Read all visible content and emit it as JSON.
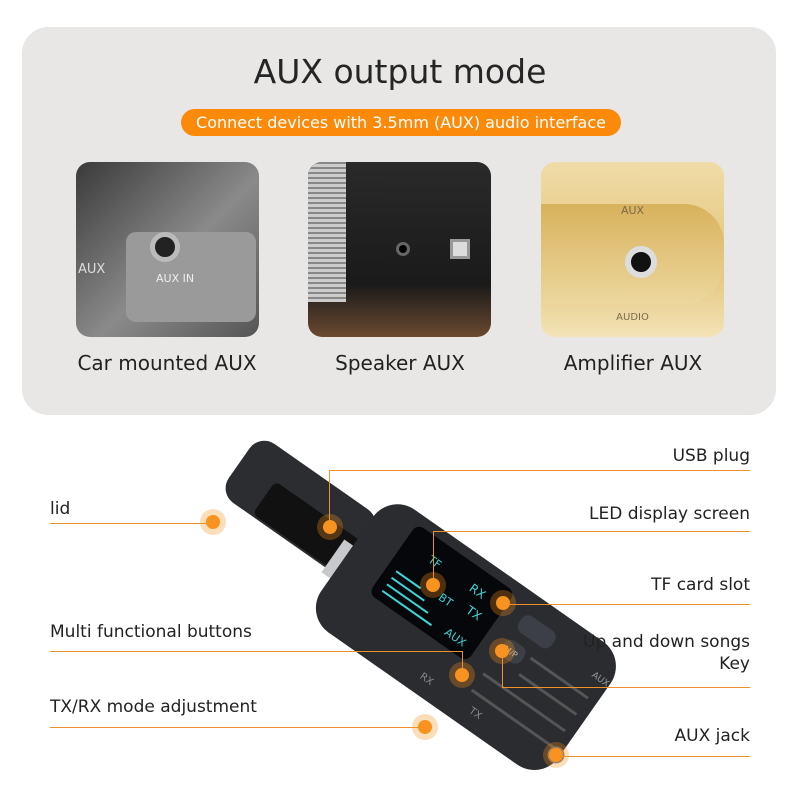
{
  "header": {
    "title": "AUX output mode",
    "subtitle": "Connect devices with 3.5mm (AUX) audio interface"
  },
  "accent_color": "#fb8a0a",
  "examples": [
    {
      "caption": "Car mounted AUX",
      "photo_labels": [
        "AUX",
        "AUX IN"
      ]
    },
    {
      "caption": "Speaker AUX"
    },
    {
      "caption": "Amplifier AUX",
      "photo_labels": [
        "AUX",
        "AUDIO"
      ]
    }
  ],
  "device": {
    "screen_labels": [
      "RX",
      "TF",
      "TX",
      "BT",
      "AUX"
    ],
    "button_label": "M/P",
    "side_labels": [
      "TX",
      "RX"
    ],
    "jack_label": "AUX"
  },
  "callouts": {
    "usb_plug": "USB plug",
    "lid": "lid",
    "led_screen": "LED display screen",
    "tf_slot": "TF card slot",
    "multi_buttons": "Multi functional buttons",
    "up_down_1": "Up and down songs",
    "up_down_2": "Key",
    "txrx": "TX/RX mode adjustment",
    "aux_jack": "AUX jack"
  }
}
